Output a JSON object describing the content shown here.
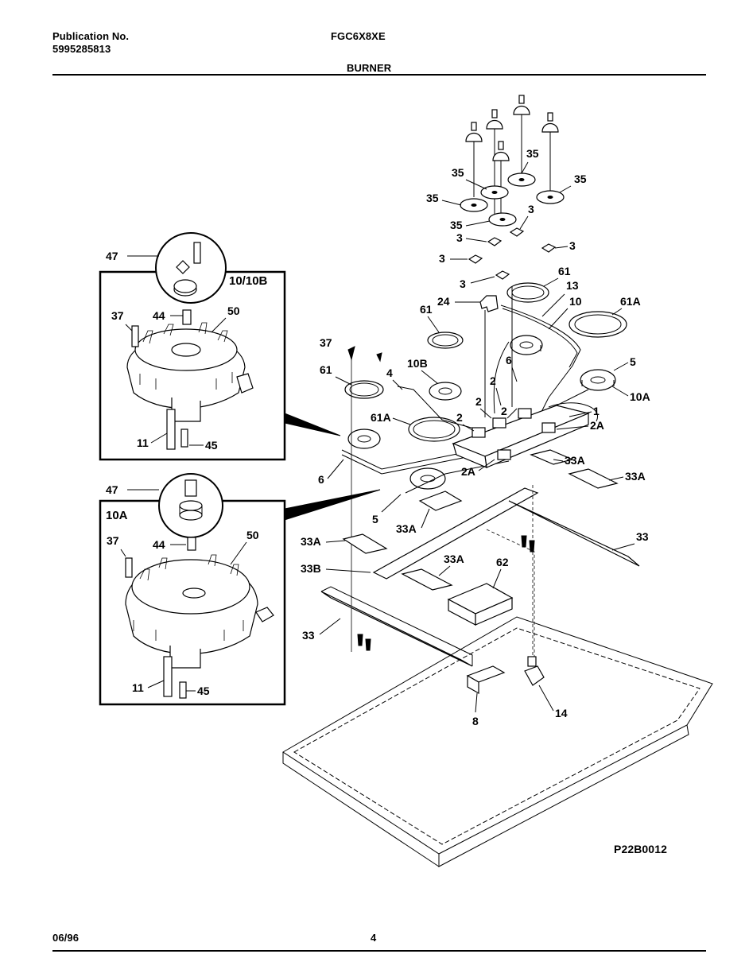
{
  "header": {
    "publication_label": "Publication No.",
    "publication_number": "5995285813",
    "model": "FGC6X8XE",
    "section": "BURNER"
  },
  "footer": {
    "date": "06/96",
    "page": "4"
  },
  "diagram_code": "P22B0012",
  "insets": {
    "upper_title": "10/10B",
    "lower_title": "10A"
  },
  "callouts": {
    "c47a": "47",
    "c37a": "37",
    "c44a": "44",
    "c50a": "50",
    "c11a": "11",
    "c45a": "45",
    "c47b": "47",
    "c37b": "37",
    "c44b": "44",
    "c50b": "50",
    "c11b": "11",
    "c45b": "45",
    "c35a": "35",
    "c35b": "35",
    "c35c": "35",
    "c35d": "35",
    "c35e": "35",
    "c3a": "3",
    "c3b": "3",
    "c3c": "3",
    "c3d": "3",
    "c3e": "3",
    "c61a": "61",
    "c61b": "61",
    "c61c": "61",
    "c13": "13",
    "c24": "24",
    "c10": "10",
    "c61Aa": "61A",
    "c61Ab": "61A",
    "c37c": "37",
    "c10B": "10B",
    "c4": "4",
    "c5a": "5",
    "c5b": "5",
    "c10A": "10A",
    "c6a": "6",
    "c6b": "6",
    "c2a": "2",
    "c2b": "2",
    "c2c": "2",
    "c2d": "2",
    "c1": "1",
    "c2Aa": "2A",
    "c2Ab": "2A",
    "c33Aa": "33A",
    "c33Ab": "33A",
    "c33Ac": "33A",
    "c33Ad": "33A",
    "c33Ae": "33A",
    "c33a": "33",
    "c33b": "33",
    "c33B": "33B",
    "c62": "62",
    "c8": "8",
    "c14": "14"
  }
}
